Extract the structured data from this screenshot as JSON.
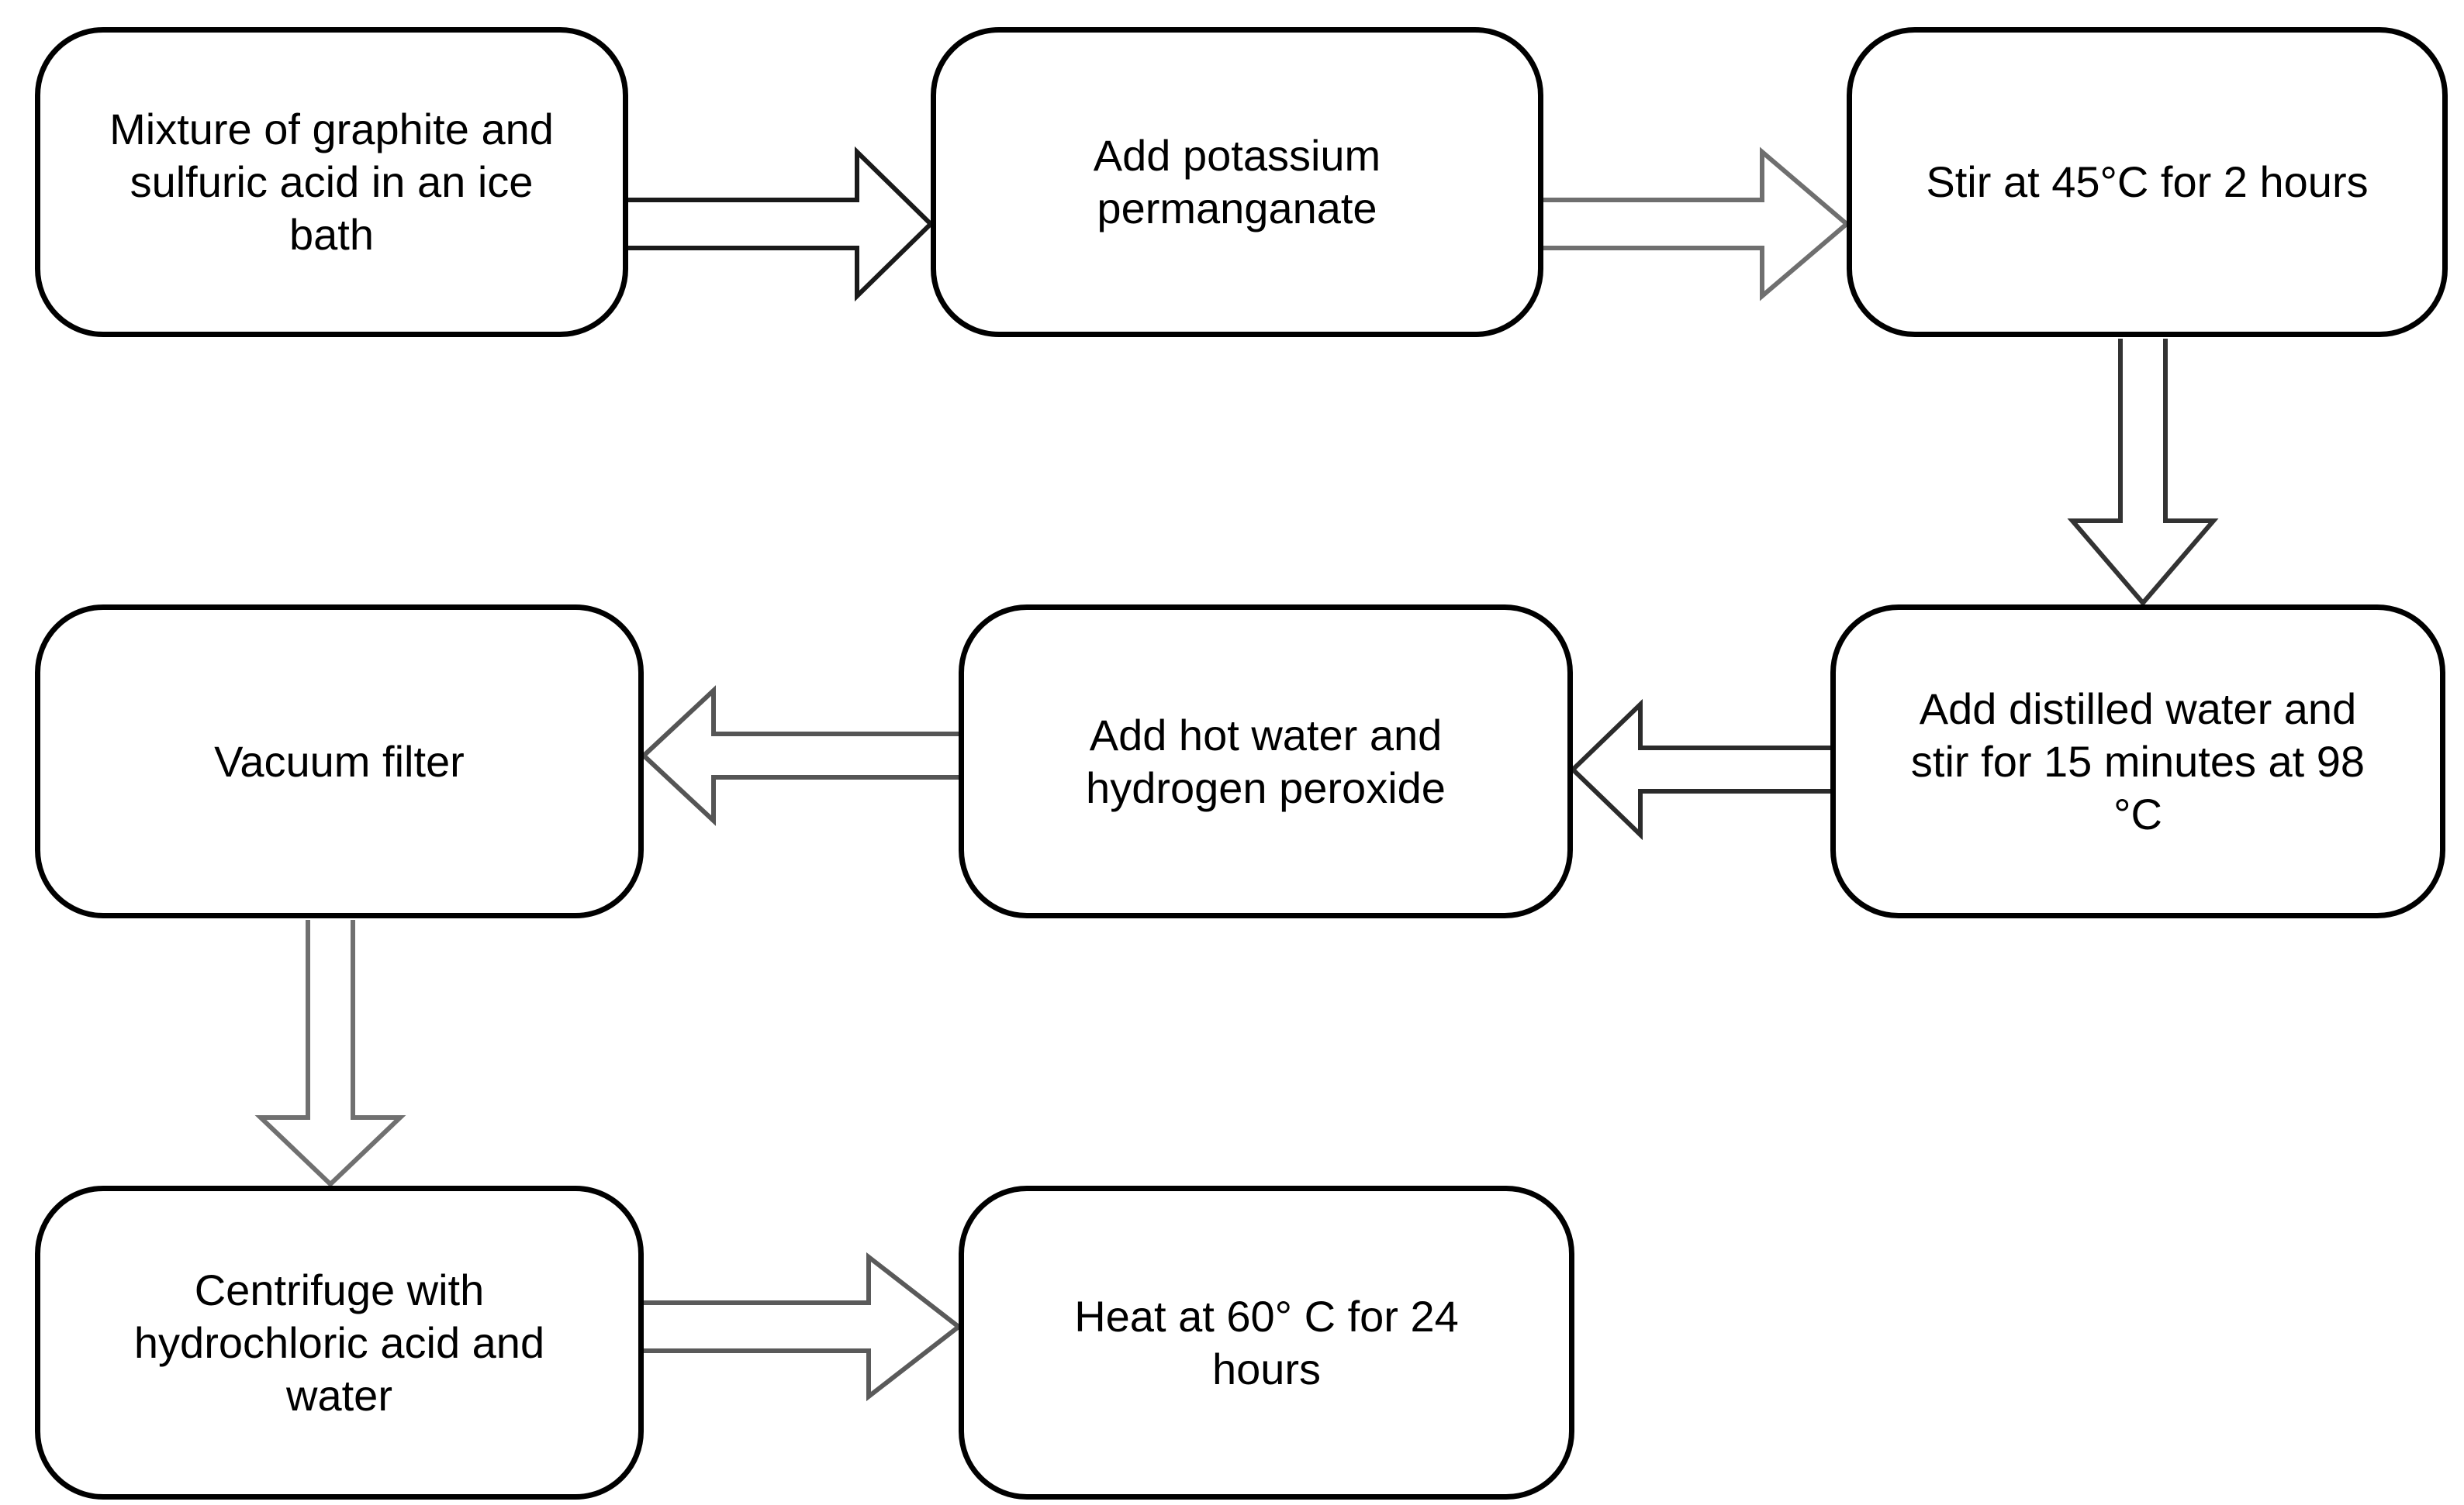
{
  "diagram": {
    "type": "flowchart",
    "background_color": "#ffffff",
    "node_fill": "#ffffff",
    "node_border_color": "#000000",
    "text_color": "#000000",
    "arrow_fill": "#ffffff",
    "nodes": [
      {
        "id": "mixture",
        "label": "Mixture of graphite and\nsulfuric acid in an ice\nbath"
      },
      {
        "id": "permanganate",
        "label": "Add potassium\npermanganate"
      },
      {
        "id": "stir",
        "label": "Stir at 45°C for 2 hours"
      },
      {
        "id": "distilled",
        "label": "Add distilled water and\nstir for 15 minutes at 98\n°C"
      },
      {
        "id": "peroxide",
        "label": "Add hot water and\nhydrogen peroxide"
      },
      {
        "id": "vacuum",
        "label": "Vacuum filter"
      },
      {
        "id": "centrifuge",
        "label": "Centrifuge with\nhydrochloric acid and\nwater"
      },
      {
        "id": "heat",
        "label": "Heat at 60° C for 24\nhours"
      }
    ],
    "edges": [
      {
        "from": "mixture",
        "to": "permanganate",
        "direction": "right",
        "color": "#1a1a1a"
      },
      {
        "from": "permanganate",
        "to": "stir",
        "direction": "right",
        "color": "#6f6f6f"
      },
      {
        "from": "stir",
        "to": "distilled",
        "direction": "down",
        "color": "#333333"
      },
      {
        "from": "distilled",
        "to": "peroxide",
        "direction": "left",
        "color": "#2b2b2b"
      },
      {
        "from": "peroxide",
        "to": "vacuum",
        "direction": "left",
        "color": "#555555"
      },
      {
        "from": "vacuum",
        "to": "centrifuge",
        "direction": "down",
        "color": "#707070"
      },
      {
        "from": "centrifuge",
        "to": "heat",
        "direction": "right",
        "color": "#5a5a5a"
      }
    ]
  }
}
